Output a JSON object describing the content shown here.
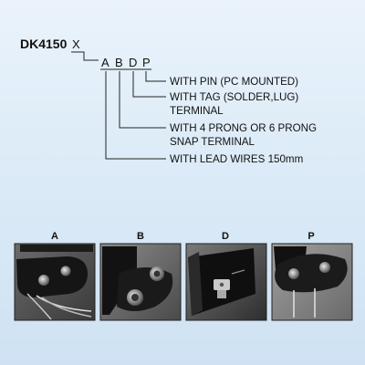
{
  "model": "DK4150",
  "suffix_code": "X",
  "options": [
    {
      "code": "A",
      "lines": [
        "WITH LEAD WIRES 150mm"
      ]
    },
    {
      "code": "B",
      "lines": [
        "WITH 4 PRONG OR 6 PRONG",
        "SNAP TERMINAL"
      ]
    },
    {
      "code": "D",
      "lines": [
        "WITH TAG (SOLDER,LUG)",
        "TERMINAL"
      ]
    },
    {
      "code": "P",
      "lines": [
        "WITH PIN (PC  MOUNTED)"
      ]
    }
  ],
  "photos": [
    {
      "label": "A",
      "icon": "lead-wires-holder-photo"
    },
    {
      "label": "B",
      "icon": "snap-terminal-holder-photo"
    },
    {
      "label": "D",
      "icon": "solder-tag-holder-photo"
    },
    {
      "label": "P",
      "icon": "pc-pin-holder-photo"
    }
  ]
}
